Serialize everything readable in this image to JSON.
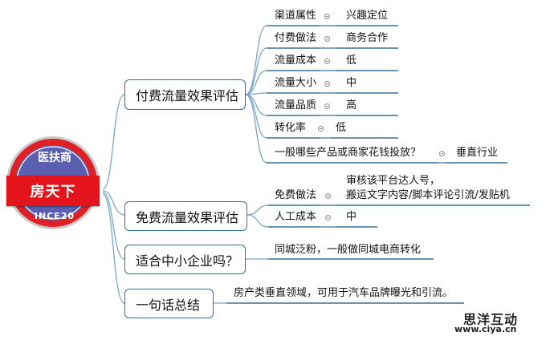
{
  "center": {
    "top_text": "医扶商",
    "main_text": "房天下",
    "bottom_text": "INCE20"
  },
  "branches": [
    {
      "title": "付费流量效果评估",
      "items": [
        {
          "label": "渠道属性",
          "value": "兴趣定位"
        },
        {
          "label": "付费做法",
          "value": "商务合作"
        },
        {
          "label": "流量成本",
          "value": "低"
        },
        {
          "label": "流量大小",
          "value": "中"
        },
        {
          "label": "流量品质",
          "value": "高"
        },
        {
          "label": "转化率",
          "value": "低"
        },
        {
          "label": "一般哪些产品或商家花钱投放？",
          "value": "垂直行业"
        }
      ]
    },
    {
      "title": "免费流量效果评估",
      "items": [
        {
          "label": "免费做法",
          "value": "审核该平台达人号，\n搬运文字内容/脚本评论引流/发贴机"
        },
        {
          "label": "人工成本",
          "value": "中"
        }
      ]
    },
    {
      "title": "适合中小企业吗？",
      "items": [
        {
          "label": "同城泛粉，一般做同城电商转化"
        }
      ]
    },
    {
      "title": "一句话总结",
      "items": [
        {
          "label": "房产类垂直领域，可用于汽车品牌曝光和引流。"
        }
      ]
    }
  ],
  "watermark": {
    "title": "思洋互动",
    "url": "www.ciya.cn"
  }
}
